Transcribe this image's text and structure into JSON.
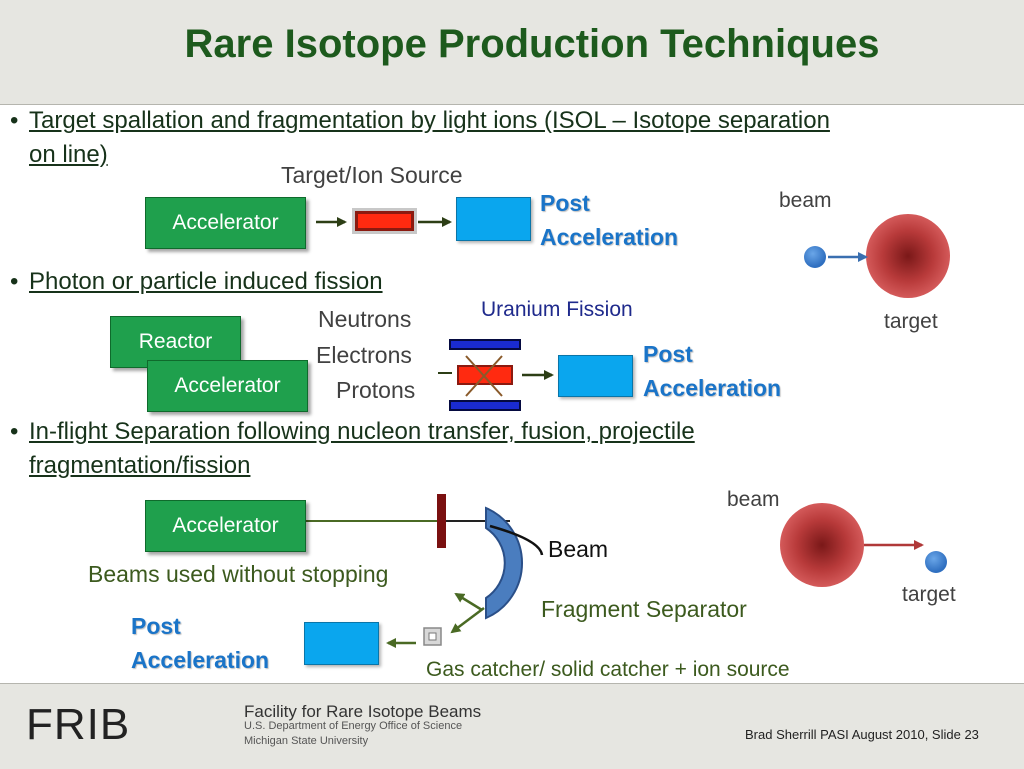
{
  "title": "Rare Isotope Production Techniques",
  "bullets": [
    {
      "line1": "Target spallation and fragmentation by light ions (ISOL – Isotope separation",
      "line2": "on line)"
    },
    {
      "line1": "Photon or particle induced fission"
    },
    {
      "line1": "In-flight Separation following nucleon transfer, fusion, projectile",
      "line2": "fragmentation/fission"
    }
  ],
  "bullet_symbol": "•",
  "section1": {
    "accelerator": "Accelerator",
    "target_ion_source": "Target/Ion Source",
    "post1": "Post",
    "post2": "Acceleration",
    "beam": "beam",
    "target": "target"
  },
  "section2": {
    "reactor": "Reactor",
    "accelerator": "Accelerator",
    "neutrons": "Neutrons",
    "electrons": "Electrons",
    "protons": "Protons",
    "uranium_fission": "Uranium Fission",
    "post1": "Post",
    "post2": "Acceleration"
  },
  "section3": {
    "accelerator": "Accelerator",
    "beams_without_stopping": "Beams used without stopping",
    "beam_label": "Beam",
    "fragment_separator": "Fragment Separator",
    "post1": "Post",
    "post2": "Acceleration",
    "gas_catcher": "Gas catcher/ solid catcher + ion source",
    "beam": "beam",
    "target": "target"
  },
  "footer": {
    "logo_text": "FRIB",
    "facility_name": "Facility for Rare Isotope Beams",
    "line2": "U.S. Department of Energy Office of Science",
    "line3": "Michigan State University",
    "credit": "Brad Sherrill PASI August 2010, Slide 23"
  },
  "colors": {
    "title": "#1d5a1d",
    "accelerator_box": "#1fa04d",
    "post_acceleration": "#1a74c8",
    "blue_box": "#0aa6ee",
    "target_red": "#ff2a10",
    "separator": "#4a7dbf"
  }
}
